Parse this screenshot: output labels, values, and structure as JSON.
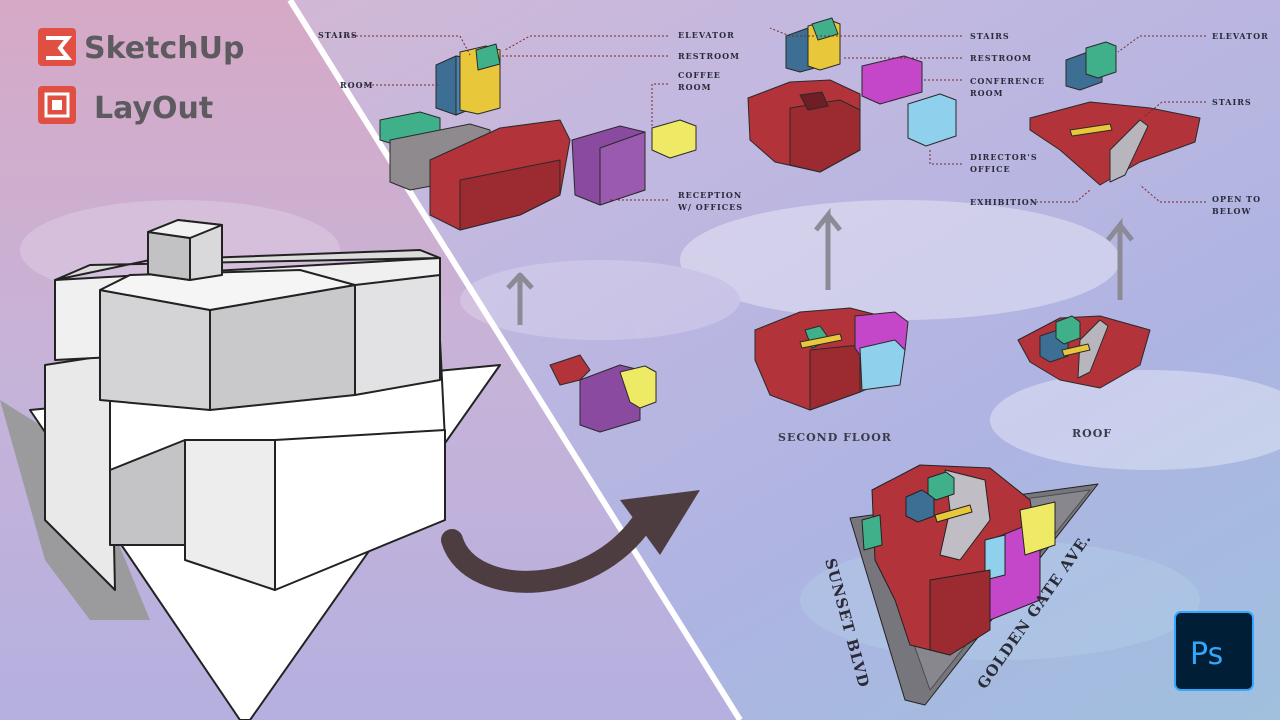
{
  "branding": {
    "sketchup_label": "SketchUp",
    "layout_label": "LayOut",
    "photoshop_label": "Ps",
    "sketchup_icon": "sketchup-logo-icon",
    "layout_icon": "layout-logo-icon",
    "photoshop_icon": "photoshop-logo-icon"
  },
  "first_floor_labels": {
    "stairs": "STAIRS",
    "room": "ROOM",
    "elevator": "ELEVATOR",
    "restroom": "RESTROOM",
    "coffee_room_1": "COFFEE",
    "coffee_room_2": "ROOM",
    "reception_1": "RECEPTION",
    "reception_2": "W/ OFFICES"
  },
  "second_floor_labels": {
    "stairs": "STAIRS",
    "restroom": "RESTROOM",
    "conference_1": "CONFERENCE",
    "conference_2": "ROOM",
    "directors_1": "DIRECTOR'S",
    "directors_2": "OFFICE",
    "caption": "SECOND FLOOR"
  },
  "roof_labels": {
    "elevator": "ELEVATOR",
    "stairs": "STAIRS",
    "exhibition": "EXHIBITION",
    "open_below_1": "OPEN TO",
    "open_below_2": "BELOW",
    "caption": "ROOF"
  },
  "site_labels": {
    "street_1": "SUNSET BLVD",
    "street_2": "GOLDEN GATE AVE."
  },
  "colors": {
    "red": "#b3333b",
    "green": "#3fb08a",
    "blue": "#3d6e94",
    "yellow": "#e8c83a",
    "magenta": "#c447c9",
    "purple": "#8a4aa0",
    "lightblue": "#8fd0ec",
    "pale_yellow": "#eeea66",
    "arrow": "#4d3d40",
    "site_gray": "#77767c"
  }
}
